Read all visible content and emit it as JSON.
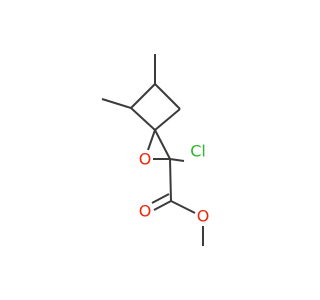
{
  "atoms": {
    "oxygen_ring": {
      "label": "O"
    },
    "chlorine": {
      "label": "Cl"
    },
    "oxygen_carbonyl": {
      "label": "O"
    },
    "oxygen_ester": {
      "label": "O"
    }
  },
  "colors": {
    "bond": "#3b3b3b",
    "oxygen": "#e8290b",
    "chlorine": "#2fb62f",
    "background": "#ffffff"
  }
}
